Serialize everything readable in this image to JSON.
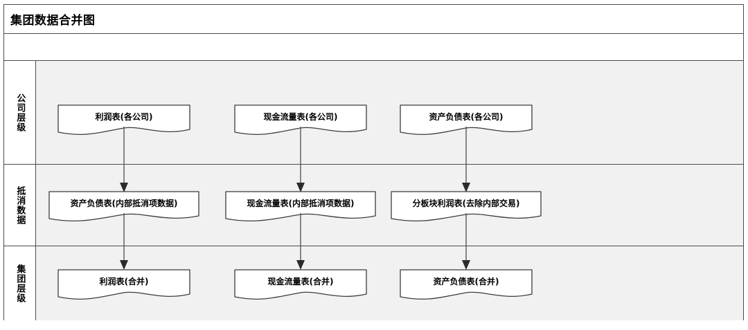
{
  "diagram": {
    "title": "集团数据合并图",
    "subtitle_band": "",
    "type": "swimlane-flowchart",
    "colors": {
      "frame_border": "#4a4a4a",
      "lane_background": "#f1f1f1",
      "lane_header_background": "#ffffff",
      "node_fill": "#ffffff",
      "node_border": "#3b3b3b",
      "connector": "#595959",
      "text": "#000000"
    },
    "lanes": [
      {
        "id": "company-level",
        "label": "公司层级",
        "nodes": [
          {
            "id": "n-income-company",
            "label": "利润表(各公司)",
            "shape": "document"
          },
          {
            "id": "n-cashflow-company",
            "label": "现金流量表(各公司)",
            "shape": "document"
          },
          {
            "id": "n-balance-company",
            "label": "资产负债表(各公司)",
            "shape": "document"
          }
        ]
      },
      {
        "id": "elimination-data",
        "label": "抵消数据",
        "nodes": [
          {
            "id": "n-balance-elim",
            "label": "资产负债表(内部抵消项数据)",
            "shape": "document"
          },
          {
            "id": "n-cashflow-elim",
            "label": "现金流量表(内部抵消项数据)",
            "shape": "document"
          },
          {
            "id": "n-segment-elim",
            "label": "分板块利润表(去除内部交易)",
            "shape": "document"
          }
        ]
      },
      {
        "id": "group-level",
        "label": "集团层级",
        "nodes": [
          {
            "id": "n-income-group",
            "label": "利润表(合并)",
            "shape": "document"
          },
          {
            "id": "n-cashflow-group",
            "label": "现金流量表(合并)",
            "shape": "document"
          },
          {
            "id": "n-balance-group",
            "label": "资产负债表(合并)",
            "shape": "document"
          }
        ]
      }
    ],
    "connectors": [
      {
        "from": "n-income-company",
        "to": "n-balance-elim",
        "style": "arrow-down"
      },
      {
        "from": "n-cashflow-company",
        "to": "n-cashflow-elim",
        "style": "arrow-down"
      },
      {
        "from": "n-balance-company",
        "to": "n-segment-elim",
        "style": "arrow-down"
      },
      {
        "from": "n-balance-elim",
        "to": "n-income-group",
        "style": "arrow-down"
      },
      {
        "from": "n-cashflow-elim",
        "to": "n-cashflow-group",
        "style": "arrow-down"
      },
      {
        "from": "n-segment-elim",
        "to": "n-balance-group",
        "style": "arrow-down"
      }
    ]
  }
}
